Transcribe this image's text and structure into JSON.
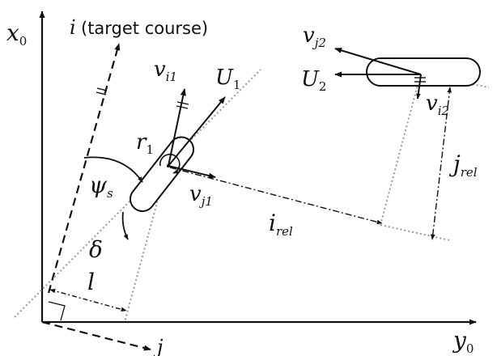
{
  "colors": {
    "ink": "#111111",
    "dotted": "#999999"
  },
  "labels": {
    "x_axis": "x",
    "x_axis_sub": "0",
    "y_axis": "y",
    "y_axis_sub": "0",
    "i_axis": "i",
    "i_caption": "(target course)",
    "j_axis": "j",
    "v_i1": "v",
    "v_i1_sub": "i1",
    "U1": "U",
    "U1_sub": "1",
    "r1": "r",
    "r1_sub": "1",
    "psi_s": "ψ",
    "psi_s_sub": "s",
    "v_j1": "v",
    "v_j1_sub": "j1",
    "delta": "δ",
    "l": "l",
    "i_rel": "i",
    "i_rel_sub": "rel",
    "v_j2": "v",
    "v_j2_sub": "j2",
    "U2": "U",
    "U2_sub": "2",
    "v_i2": "v",
    "v_i2_sub": "i2",
    "j_rel": "j",
    "j_rel_sub": "rel"
  }
}
